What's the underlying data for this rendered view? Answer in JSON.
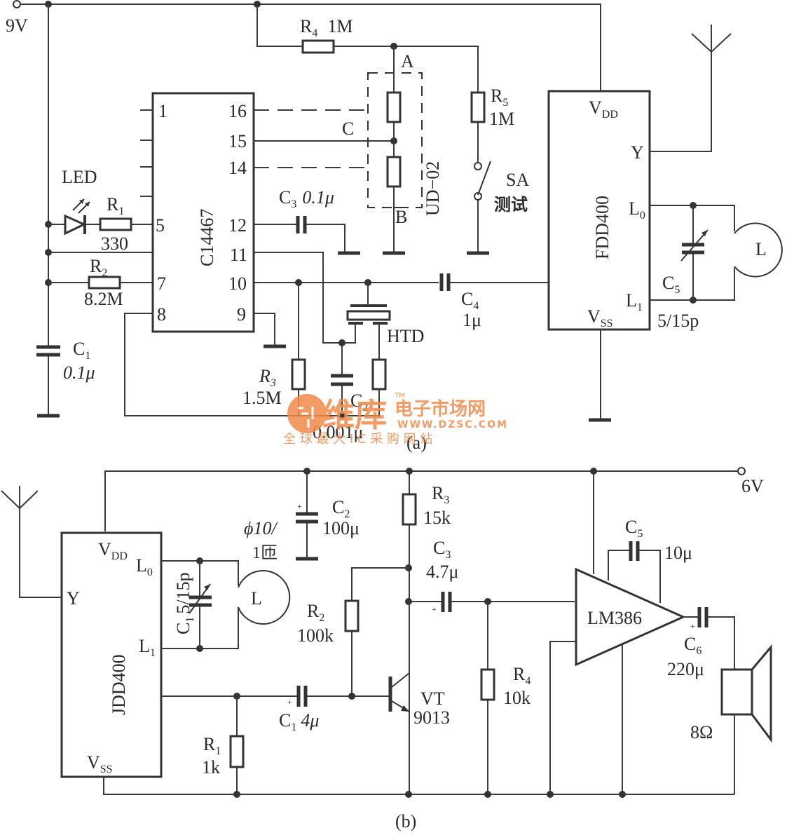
{
  "figure": {
    "circuit_a": {
      "caption": "(a)",
      "supply": "9V",
      "ic1": {
        "name": "C14467",
        "pins_left": [
          "1",
          "5",
          "7",
          "8"
        ],
        "pins_right": [
          "16",
          "15",
          "14",
          "12",
          "11",
          "10",
          "9"
        ]
      },
      "ic2": {
        "name": "FDD400",
        "vdd": "V",
        "vdd_sub": "DD",
        "y": "Y",
        "l0": "L",
        "l0_sub": "0",
        "l1": "L",
        "l1_sub": "1",
        "vss": "V",
        "vss_sub": "SS"
      },
      "led": "LED",
      "r1": {
        "name": "R",
        "sub": "1",
        "value": "330"
      },
      "r2": {
        "name": "R",
        "sub": "2",
        "value": "8.2M"
      },
      "r3": {
        "name": "R",
        "sub": "3",
        "value": "1.5M"
      },
      "r4": {
        "name": "R",
        "sub": "4",
        "value": "1M"
      },
      "r5": {
        "name": "R",
        "sub": "5",
        "value": "1M"
      },
      "c1": {
        "name": "C",
        "sub": "1",
        "value": "0.1μ"
      },
      "c2": {
        "name": "C",
        "sub": "2",
        "value": "0.001μ"
      },
      "c3": {
        "name": "C",
        "sub": "3",
        "value": "0.1μ"
      },
      "c4": {
        "name": "C",
        "sub": "4",
        "value": "1μ"
      },
      "c5": {
        "name": "C",
        "sub": "5",
        "value": "5/15p"
      },
      "sensor": {
        "name": "UD−02",
        "node_a": "A",
        "node_b": "B",
        "node_c": "C"
      },
      "switch": {
        "name": "SA",
        "label": "测试"
      },
      "buzzer": "HTD",
      "coil": "L"
    },
    "circuit_b": {
      "caption": "(b)",
      "supply": "6V",
      "ic1": {
        "name": "JDD400",
        "vdd": "V",
        "vdd_sub": "DD",
        "y": "Y",
        "l0": "L",
        "l0_sub": "0",
        "l1": "L",
        "l1_sub": "1",
        "vss": "V",
        "vss_sub": "SS"
      },
      "c1_tune": {
        "name": "C",
        "sub": "1",
        "value": "5/15p"
      },
      "coil": {
        "name": "L",
        "spec_line1": "ϕ10/",
        "spec_line2": "1匝"
      },
      "r1": {
        "name": "R",
        "sub": "1",
        "value": "1k"
      },
      "r2": {
        "name": "R",
        "sub": "2",
        "value": "100k"
      },
      "r3": {
        "name": "R",
        "sub": "3",
        "value": "15k"
      },
      "r4": {
        "name": "R",
        "sub": "4",
        "value": "10k"
      },
      "c1": {
        "name": "C",
        "sub": "1",
        "value": "4μ"
      },
      "c2": {
        "name": "C",
        "sub": "2",
        "value": "100μ"
      },
      "c3": {
        "name": "C",
        "sub": "3",
        "value": "4.7μ"
      },
      "c5": {
        "name": "C",
        "sub": "5",
        "value": "10μ"
      },
      "c6": {
        "name": "C",
        "sub": "6",
        "value": "220μ"
      },
      "transistor": {
        "name": "VT",
        "value": "9013"
      },
      "amp": "LM386",
      "speaker": "8Ω",
      "plus": "+"
    },
    "watermark": {
      "brand": "维库",
      "tm": "TM",
      "site_name": "电子市场网",
      "url": "WWW.DZSC.COM",
      "slogan": "全 球 最 大 I C 采 购 网 站"
    }
  }
}
